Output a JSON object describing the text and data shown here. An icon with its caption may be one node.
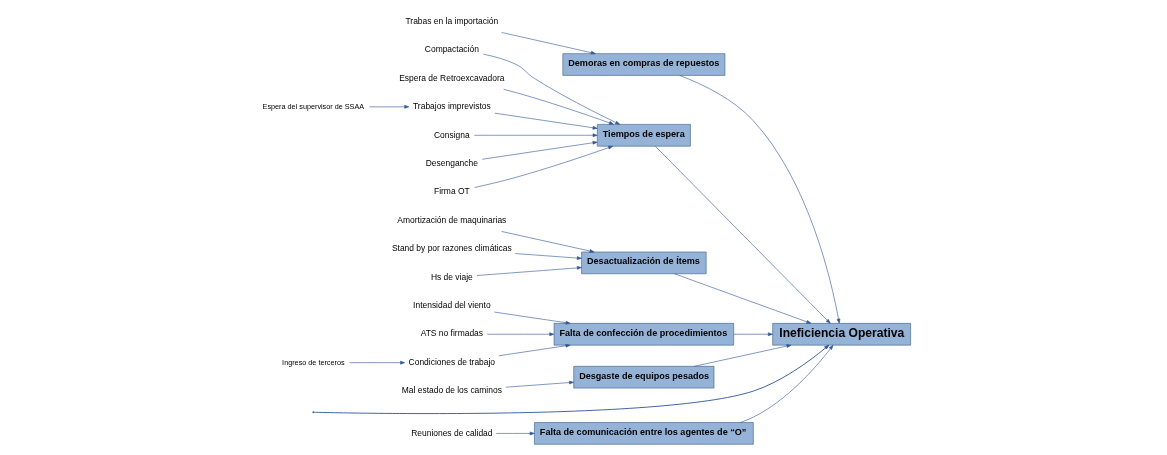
{
  "diagram": {
    "nodes": [
      {
        "text": [
          "Falta de comunicación entre los agentes de “O”"
        ]
      },
      {
        "text": [
          "Reuniones de calidad"
        ]
      },
      {
        "text": [
          "Demoras en compras de repuestos"
        ]
      },
      {
        "text": [
          "Trabas en la importación"
        ]
      },
      {
        "text": [
          "Tiempos de espera"
        ]
      },
      {
        "text": [
          "Compactación"
        ]
      },
      {
        "text": [
          "Espera de Retroexcavadora"
        ]
      },
      {
        "text": [
          "Trabajos imprevistos"
        ]
      },
      {
        "text": [
          "Espera del supervisor de SSAA"
        ]
      },
      {
        "text": [
          "Consigna"
        ]
      },
      {
        "text": [
          "Desenganche"
        ]
      },
      {
        "text": [
          "Firma OT"
        ]
      },
      {
        "text": [
          "Ineficiencia Operativa"
        ]
      },
      {
        "text": [
          "Amortización de maquinarias"
        ]
      },
      {
        "text": [
          "Stand by por razones climáticas"
        ]
      },
      {
        "text": [
          "Hs de viaje"
        ]
      },
      {
        "text": [
          "Desactualización de Ítems"
        ]
      },
      {
        "text": [
          "Intensidad del viento"
        ]
      },
      {
        "text": [
          "ATS no firmadas"
        ]
      },
      {
        "text": [
          "Condiciones de trabajo"
        ]
      },
      {
        "text": [
          "Ingreso de terceros"
        ]
      },
      {
        "text": [
          "Falta de confección de procedimientos"
        ]
      },
      {
        "text": [
          "Mal estado de los caminos"
        ]
      },
      {
        "text": [
          "Desgaste de equipos pesados"
        ]
      }
    ],
    "edges": [
      {
        "from": null,
        "to": 12,
        "arrow": "to"
      },
      {
        "from": 0,
        "to": 12,
        "arrow": "to"
      },
      {
        "from": 1,
        "to": 0,
        "arrow": "to"
      },
      {
        "from": 2,
        "to": 12,
        "arrow": "to"
      },
      {
        "from": 3,
        "to": 2,
        "arrow": "to"
      },
      {
        "from": 4,
        "to": 12,
        "arrow": "to"
      },
      {
        "from": 5,
        "to": 4,
        "arrow": "to"
      },
      {
        "from": 6,
        "to": 4,
        "arrow": "to"
      },
      {
        "from": 7,
        "to": 4,
        "arrow": "to"
      },
      {
        "from": 8,
        "to": 7,
        "arrow": "to"
      },
      {
        "from": 9,
        "to": 4,
        "arrow": "to"
      },
      {
        "from": 10,
        "to": 4,
        "arrow": "to"
      },
      {
        "from": 11,
        "to": 4,
        "arrow": "to"
      },
      {
        "from": 16,
        "to": 12,
        "arrow": "to"
      },
      {
        "from": 13,
        "to": 16,
        "arrow": "to"
      },
      {
        "from": 14,
        "to": 16,
        "arrow": "to"
      },
      {
        "from": 15,
        "to": 16,
        "arrow": "to"
      },
      {
        "from": 21,
        "to": 12,
        "arrow": "to"
      },
      {
        "from": 17,
        "to": 21,
        "arrow": "to"
      },
      {
        "from": 18,
        "to": 21,
        "arrow": "to"
      },
      {
        "from": 19,
        "to": 21,
        "arrow": "to"
      },
      {
        "from": 20,
        "to": 19,
        "arrow": "to"
      },
      {
        "from": 23,
        "to": 12,
        "arrow": "to"
      },
      {
        "from": 22,
        "to": 23,
        "arrow": "to"
      }
    ]
  }
}
